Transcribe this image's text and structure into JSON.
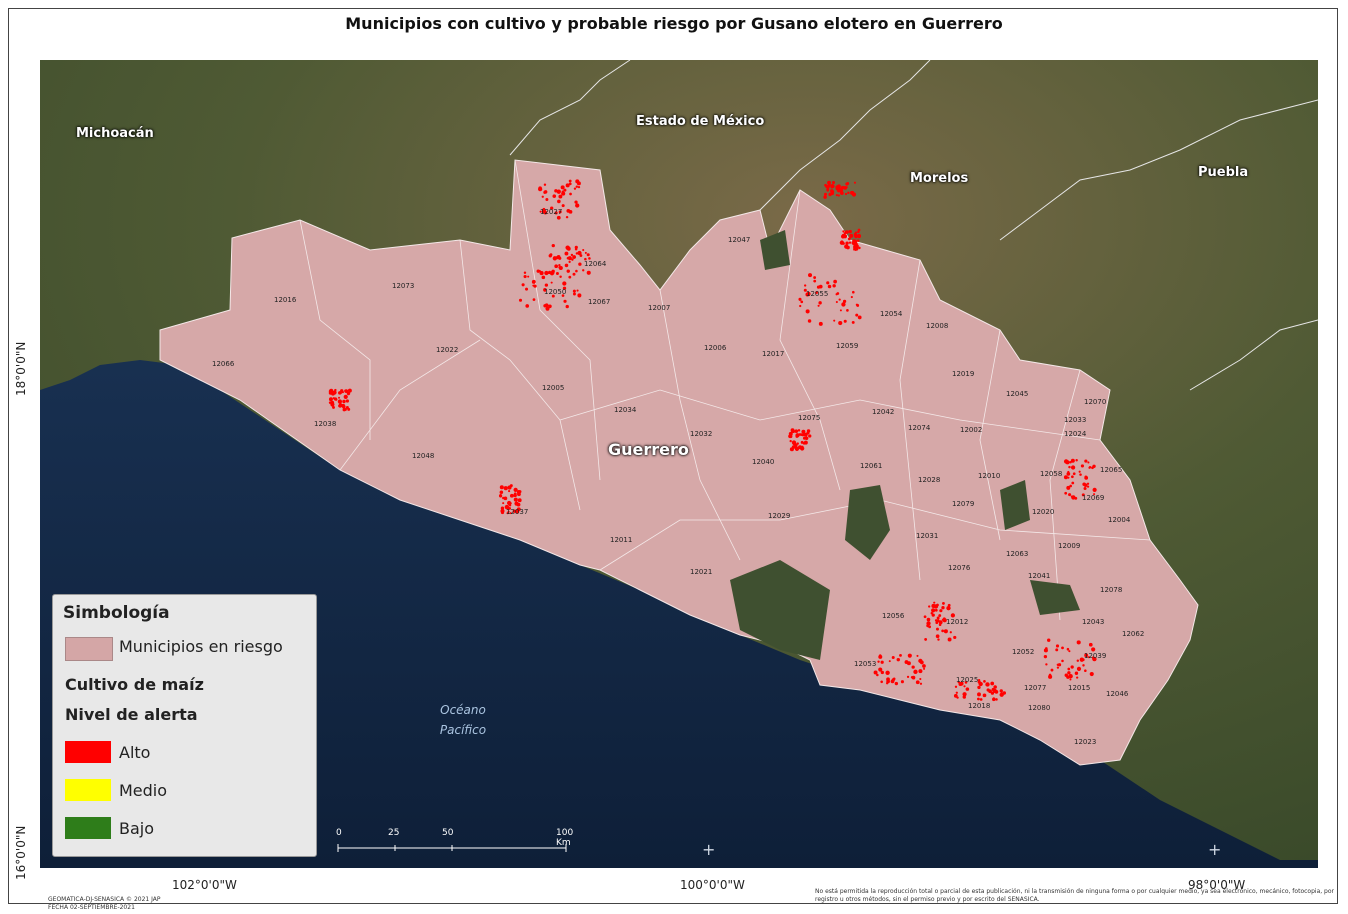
{
  "title": "Municipios con cultivo y probable riesgo por Gusano elotero en Guerrero",
  "states": {
    "michoacan": "Michoacán",
    "edomex": "Estado de México",
    "morelos": "Morelos",
    "puebla": "Puebla",
    "guerrero": "Guerrero"
  },
  "ocean": {
    "line1": "Océano",
    "line2": "Pacífico"
  },
  "municipios": [
    "12027",
    "12047",
    "12073",
    "12016",
    "12066",
    "12022",
    "12050",
    "12064",
    "12067",
    "12007",
    "12006",
    "12017",
    "12055",
    "12054",
    "12059",
    "12008",
    "12019",
    "12005",
    "12034",
    "12038",
    "12048",
    "12032",
    "12075",
    "12042",
    "12074",
    "12002",
    "12045",
    "12070",
    "12033",
    "12024",
    "12040",
    "12061",
    "12028",
    "12010",
    "12058",
    "12065",
    "12029",
    "12079",
    "12020",
    "12069",
    "12004",
    "12037",
    "12011",
    "12031",
    "12009",
    "12063",
    "12076",
    "12041",
    "12021",
    "12078",
    "12056",
    "12012",
    "12043",
    "12062",
    "12052",
    "12053",
    "12039",
    "12025",
    "12077",
    "12015",
    "12046",
    "12018",
    "12080",
    "12023"
  ],
  "legend": {
    "title": "Simbología",
    "municipios_label": "Municipios en riesgo",
    "cultivo_label": "Cultivo de maíz",
    "nivel_label": "Nivel de alerta",
    "alto_label": "Alto",
    "medio_label": "Medio",
    "bajo_label": "Bajo",
    "colors": {
      "municipios": "#d4a6a6",
      "alto": "#ff0000",
      "medio": "#ffff00",
      "bajo": "#2e7d1a"
    }
  },
  "scale": {
    "t0": "0",
    "t25": "25",
    "t50": "50",
    "t100": "100 Km"
  },
  "axes": {
    "lon_102": "102°0'0\"W",
    "lon_100": "100°0'0\"W",
    "lon_98": "98°0'0\"W",
    "lat_18": "18°0'0\"N",
    "lat_16": "16°0'0\"N"
  },
  "credit": {
    "line1": "GEOMATICA-DJ-SENASICA © 2021 JAP",
    "line2": "FECHA 02-SEPTIEMBRE-2021"
  },
  "disclaimer": "No está permitida la reproducción total o parcial de esta publicación, ni la transmisión de ninguna forma o por cualquier medio, ya sea electrónico, mecánico, fotocopia, por registro u otros métodos, sin el permiso previo y por escrito del SENASICA."
}
